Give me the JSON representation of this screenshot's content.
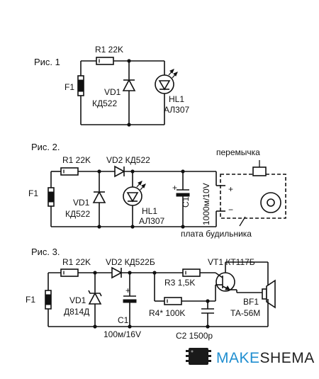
{
  "fig1": {
    "title": "Рис. 1",
    "fuse": "F1",
    "r1": "R1 22K",
    "vd1": "VD1",
    "vd1_type": "КД522",
    "hl1": "HL1",
    "hl1_type": "АЛ307"
  },
  "fig2": {
    "title": "Рис. 2.",
    "fuse": "F1",
    "r1": "R1 22K",
    "vd2": "VD2 КД522",
    "vd1": "VD1",
    "vd1_type": "КД522",
    "hl1": "HL1",
    "hl1_type": "АЛ307",
    "c1": "C1",
    "c1_value": "1000м/10V",
    "jumper": "перемычка",
    "board": "плата будильника",
    "plus": "+",
    "minus": "−"
  },
  "fig3": {
    "title": "Рис. 3.",
    "fuse": "F1",
    "r1": "R1 22K",
    "vd2": "VD2 КД522Б",
    "vd1": "VD1",
    "vd1_type": "Д814Д",
    "c1": "C1",
    "c1_value": "100м/16V",
    "r3": "R3 1,5K",
    "r4": "R4* 100K",
    "c2": "C2 1500p",
    "vt1": "VT1 КТ117Б",
    "bf1": "BF1",
    "bf1_type": "ТА-56М"
  },
  "brand": {
    "make": "MAKE",
    "shema": "SHEMA",
    "accent": "#1f8ed0"
  }
}
